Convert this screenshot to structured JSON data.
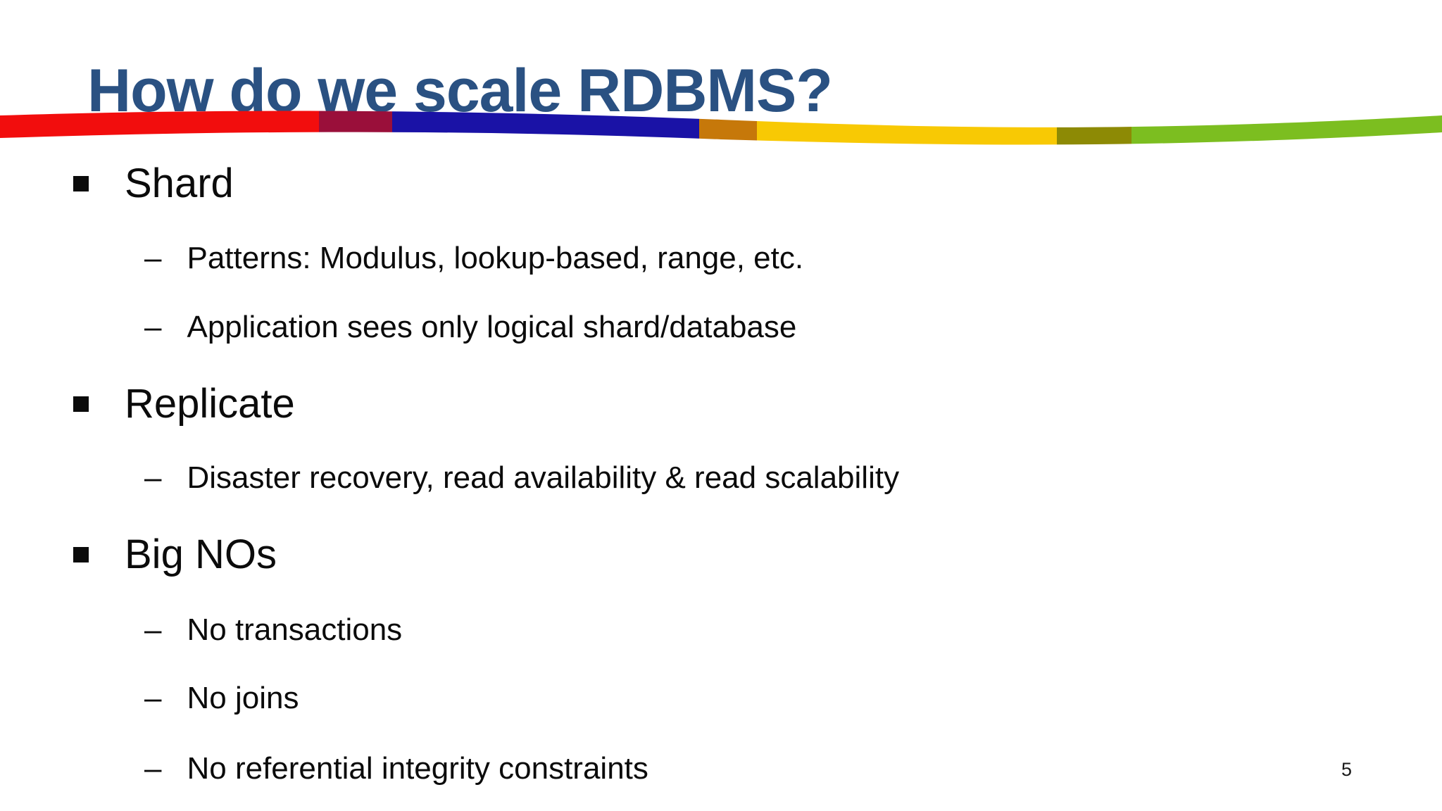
{
  "slide": {
    "title": "How do we scale RDBMS?",
    "page_number": "5",
    "colors": {
      "title": "#2A5182",
      "text": "#0b0b0b",
      "background": "#FFFFFF"
    },
    "content": {
      "dash_marker": "–",
      "items": [
        {
          "level": 1,
          "text": "Shard"
        },
        {
          "level": 2,
          "text": "Patterns: Modulus, lookup-based, range, etc."
        },
        {
          "level": 2,
          "text": "Application sees only logical shard/database"
        },
        {
          "level": 1,
          "text": "Replicate"
        },
        {
          "level": 2,
          "text": "Disaster recovery, read availability & read scalability"
        },
        {
          "level": 1,
          "text": "Big NOs"
        },
        {
          "level": 2,
          "text": "No transactions"
        },
        {
          "level": 2,
          "text": "No joins"
        },
        {
          "level": 2,
          "text": "No referential integrity constraints"
        }
      ]
    },
    "ribbon": {
      "segments": [
        {
          "name": "red",
          "color": "#F20D0D",
          "from": 0,
          "to": 453
        },
        {
          "name": "maroon",
          "color": "#9A0F3A",
          "from": 453,
          "to": 557
        },
        {
          "name": "navy-blue",
          "color": "#1A12A6",
          "from": 557,
          "to": 993
        },
        {
          "name": "dark-orange",
          "color": "#C6780A",
          "from": 993,
          "to": 1075
        },
        {
          "name": "gold",
          "color": "#F8C904",
          "from": 1075,
          "to": 1501
        },
        {
          "name": "olive",
          "color": "#8D8A05",
          "from": 1501,
          "to": 1607
        },
        {
          "name": "green",
          "color": "#7CBE20",
          "from": 1607,
          "to": 2048
        }
      ]
    }
  }
}
